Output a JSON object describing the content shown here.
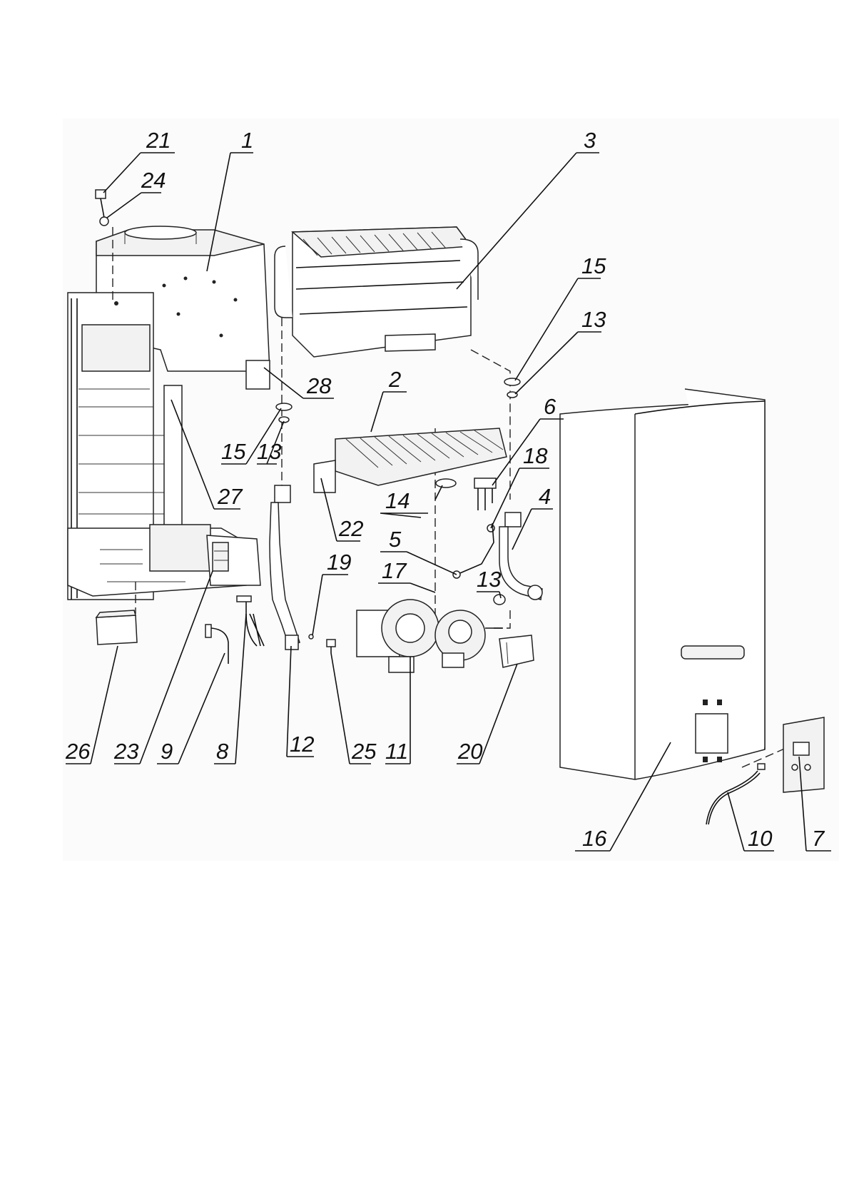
{
  "callouts": [
    {
      "id": "21",
      "text": "21"
    },
    {
      "id": "1",
      "text": "1"
    },
    {
      "id": "24",
      "text": "24"
    },
    {
      "id": "3",
      "text": "3"
    },
    {
      "id": "15a",
      "text": "15"
    },
    {
      "id": "13a",
      "text": "13"
    },
    {
      "id": "28",
      "text": "28"
    },
    {
      "id": "2",
      "text": "2"
    },
    {
      "id": "6",
      "text": "6"
    },
    {
      "id": "15b",
      "text": "15"
    },
    {
      "id": "13b",
      "text": "13"
    },
    {
      "id": "18",
      "text": "18"
    },
    {
      "id": "27",
      "text": "27"
    },
    {
      "id": "14",
      "text": "14"
    },
    {
      "id": "4",
      "text": "4"
    },
    {
      "id": "22",
      "text": "22"
    },
    {
      "id": "5",
      "text": "5"
    },
    {
      "id": "19",
      "text": "19"
    },
    {
      "id": "17",
      "text": "17"
    },
    {
      "id": "13c",
      "text": "13"
    },
    {
      "id": "26",
      "text": "26"
    },
    {
      "id": "23",
      "text": "23"
    },
    {
      "id": "9",
      "text": "9"
    },
    {
      "id": "8",
      "text": "8"
    },
    {
      "id": "12",
      "text": "12"
    },
    {
      "id": "25",
      "text": "25"
    },
    {
      "id": "11",
      "text": "11"
    },
    {
      "id": "20",
      "text": "20"
    },
    {
      "id": "16",
      "text": "16"
    },
    {
      "id": "10",
      "text": "10"
    },
    {
      "id": "7",
      "text": "7"
    }
  ]
}
